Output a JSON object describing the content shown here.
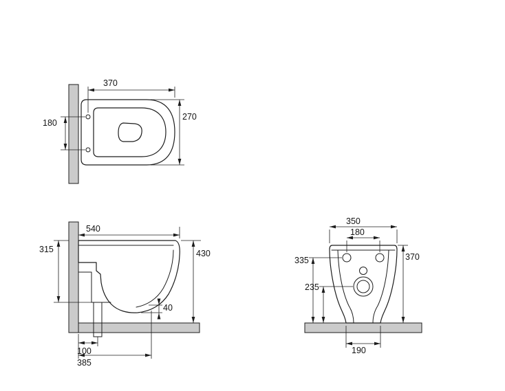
{
  "colors": {
    "background": "#ffffff",
    "line": "#1c1c1c",
    "surface_fill": "#cbcbcb"
  },
  "plan_view": {
    "dim_length": "370",
    "dim_width": "270",
    "dim_hole_spacing": "180"
  },
  "side_view": {
    "dim_depth": "540",
    "dim_height_rear": "315",
    "dim_height_overall": "430",
    "dim_rim_gap": "40",
    "dim_outlet_offset": "100",
    "dim_overall_projection": "385"
  },
  "rear_view": {
    "dim_width": "350",
    "dim_hole_spacing": "180",
    "dim_height": "370",
    "dim_hole_height": "335",
    "dim_outlet_height": "235",
    "dim_base_width": "190"
  }
}
